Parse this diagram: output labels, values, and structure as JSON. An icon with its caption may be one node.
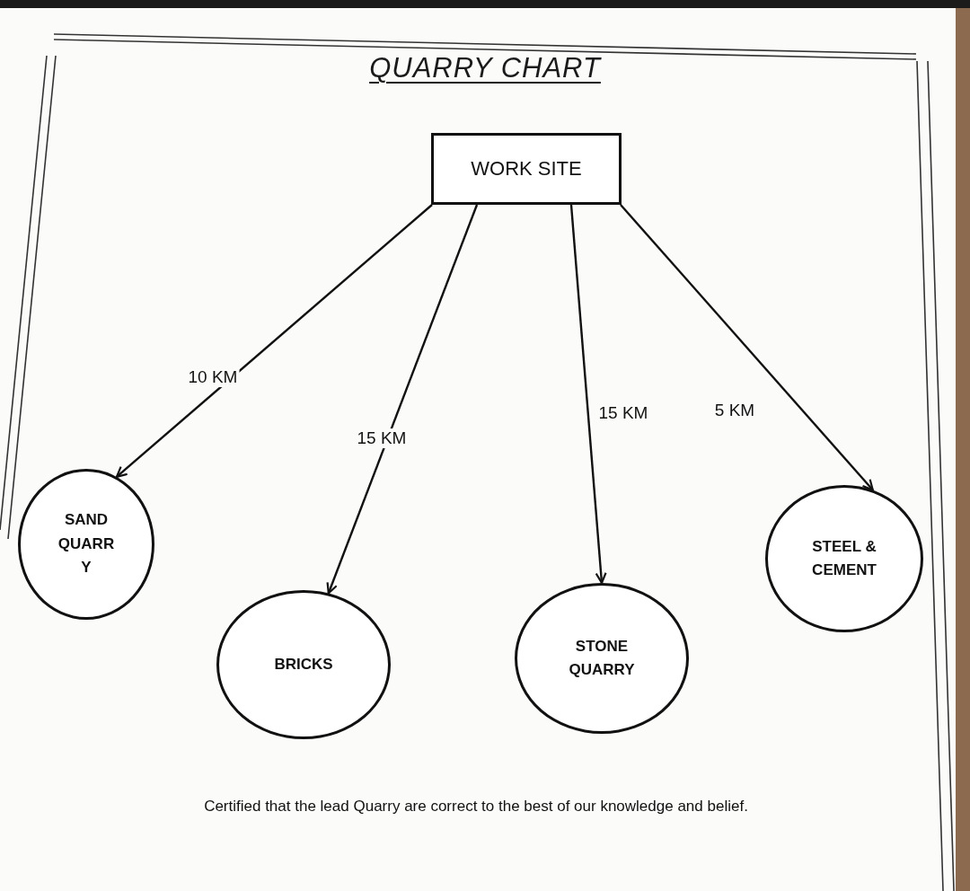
{
  "diagram": {
    "title": "QUARRY CHART",
    "caption": "Certified that the lead Quarry are correct to the best of our knowledge and belief.",
    "nodes": [
      {
        "text": [
          "WORK SITE"
        ]
      },
      {
        "text": [
          "SAND QUARR Y"
        ]
      },
      {
        "text": [
          "BRICKS"
        ]
      },
      {
        "text": [
          "STONE QUARRY"
        ]
      },
      {
        "text": [
          "STEEL & CEMENT"
        ]
      }
    ],
    "edges": [
      {
        "from": 0,
        "to": 1,
        "arrow": "to",
        "label": "10 KM"
      },
      {
        "from": 0,
        "to": 2,
        "arrow": "to",
        "label": "15 KM"
      },
      {
        "from": 0,
        "to": 3,
        "arrow": "to",
        "label": "15 KM"
      },
      {
        "from": 0,
        "to": 4,
        "arrow": "to",
        "label": "5 KM"
      }
    ]
  }
}
